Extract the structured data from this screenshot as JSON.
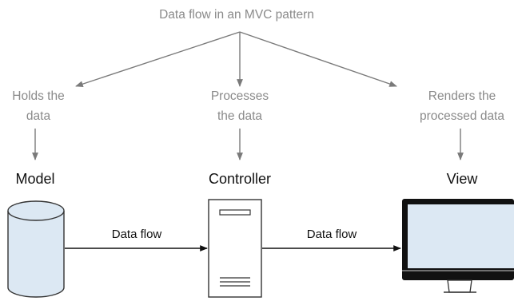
{
  "diagram": {
    "title": "Data flow in an MVC pattern",
    "components": [
      {
        "key": "model",
        "name": "Model",
        "description_lines": [
          "Holds the",
          "data"
        ]
      },
      {
        "key": "controller",
        "name": "Controller",
        "description_lines": [
          "Processes",
          "the data"
        ]
      },
      {
        "key": "view",
        "name": "View",
        "description_lines": [
          "Renders the",
          "processed data"
        ]
      }
    ],
    "flows": [
      {
        "from": "Model",
        "to": "Controller",
        "label": "Data flow"
      },
      {
        "from": "Controller",
        "to": "View",
        "label": "Data flow"
      }
    ],
    "colors": {
      "caption_text": "#8a8a8a",
      "connector_line": "#7a7a7a",
      "heading_text": "#111111",
      "database_fill": "#dce8f3",
      "monitor_screen": "#dce8f3",
      "outline": "#333333"
    }
  }
}
